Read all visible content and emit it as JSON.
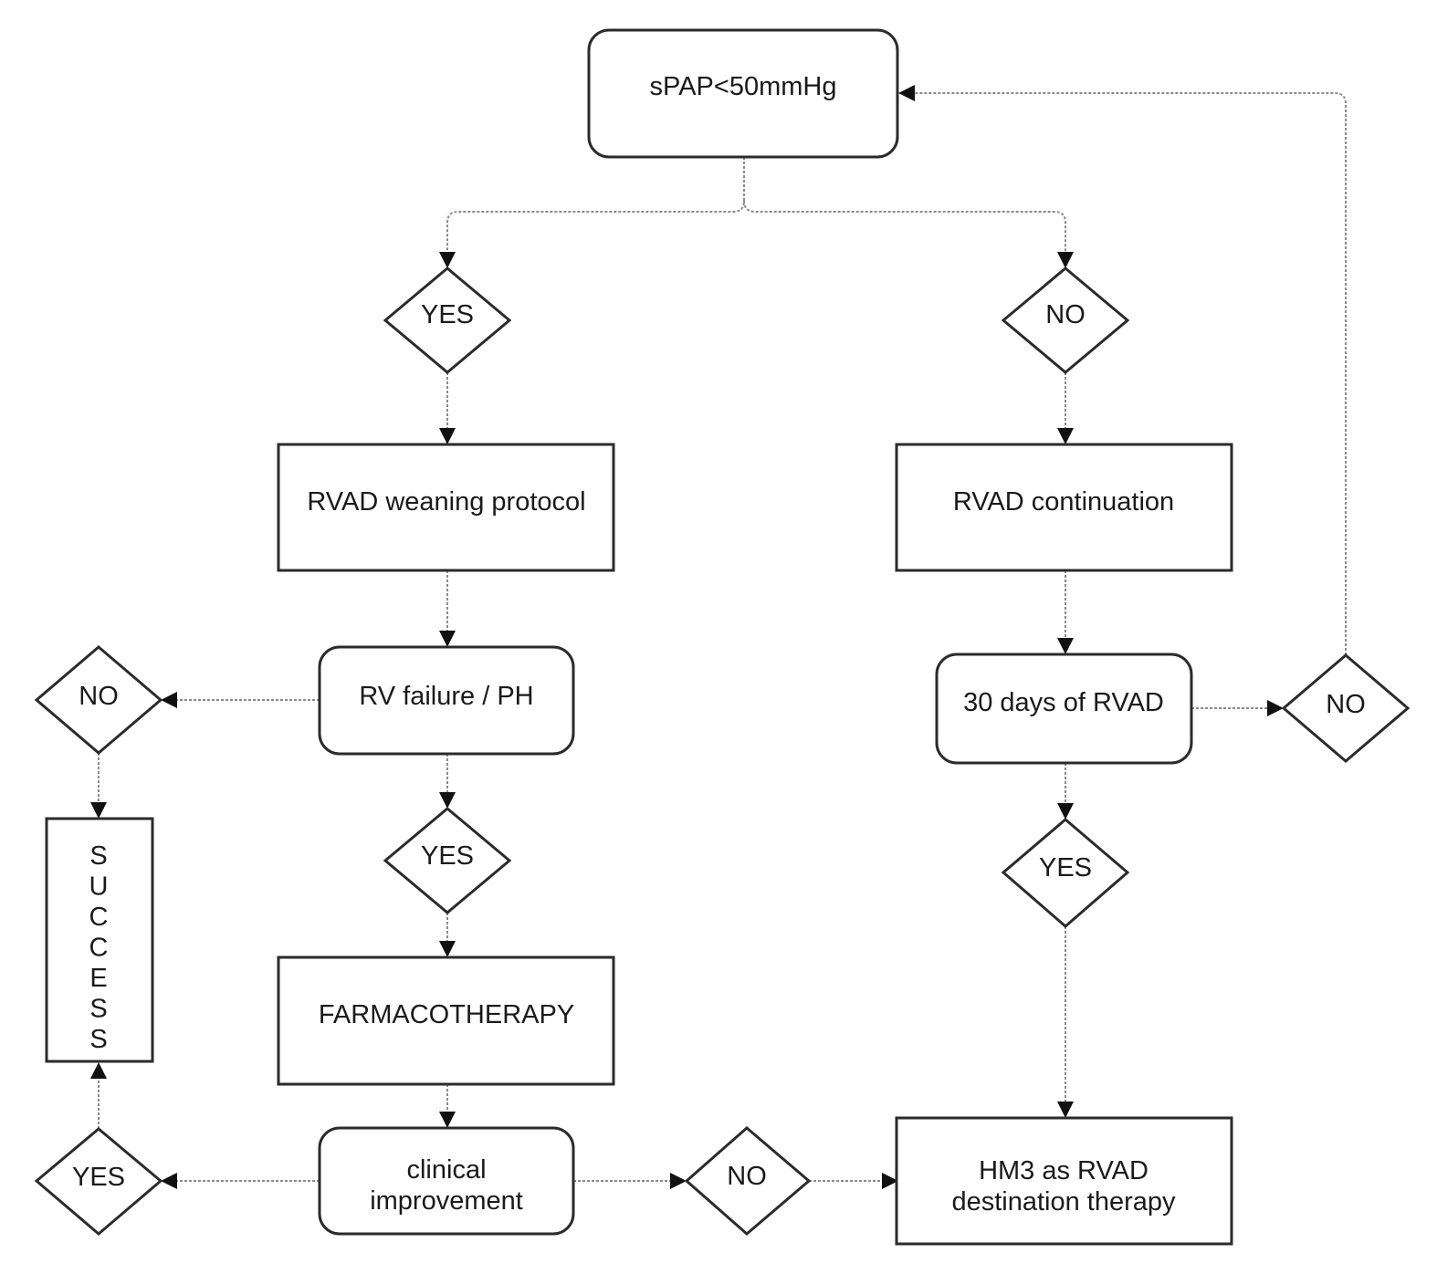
{
  "nodes": {
    "spap": {
      "label": [
        "sPAP<50mmHg"
      ]
    },
    "yes_top": {
      "label": [
        "YES"
      ]
    },
    "no_top": {
      "label": [
        "NO"
      ]
    },
    "weaning": {
      "label": [
        "RVAD weaning protocol"
      ]
    },
    "continuation": {
      "label": [
        "RVAD continuation"
      ]
    },
    "rv_failure": {
      "label": [
        "RV failure / PH"
      ]
    },
    "days30": {
      "label": [
        "30 days of RVAD"
      ]
    },
    "no_left": {
      "label": [
        "NO"
      ]
    },
    "no_right": {
      "label": [
        "NO"
      ]
    },
    "success": {
      "label": [
        "S",
        "U",
        "C",
        "C",
        "E",
        "S",
        "S"
      ]
    },
    "yes_mid": {
      "label": [
        "YES"
      ]
    },
    "yes_right": {
      "label": [
        "YES"
      ]
    },
    "farma": {
      "label": [
        "FARMACOTHERAPY"
      ]
    },
    "clinical": {
      "label": [
        "clinical",
        "improvement"
      ]
    },
    "yes_bottom": {
      "label": [
        "YES"
      ]
    },
    "no_bottom": {
      "label": [
        "NO"
      ]
    },
    "hm3": {
      "label": [
        "HM3 as RVAD",
        "destination therapy"
      ]
    }
  },
  "edges": [
    {
      "from": "spap",
      "to": "yes_top"
    },
    {
      "from": "spap",
      "to": "no_top"
    },
    {
      "from": "yes_top",
      "to": "weaning"
    },
    {
      "from": "no_top",
      "to": "continuation"
    },
    {
      "from": "weaning",
      "to": "rv_failure"
    },
    {
      "from": "continuation",
      "to": "days30"
    },
    {
      "from": "rv_failure",
      "to": "no_left"
    },
    {
      "from": "no_left",
      "to": "success"
    },
    {
      "from": "rv_failure",
      "to": "yes_mid"
    },
    {
      "from": "yes_mid",
      "to": "farma"
    },
    {
      "from": "farma",
      "to": "clinical"
    },
    {
      "from": "clinical",
      "to": "yes_bottom"
    },
    {
      "from": "yes_bottom",
      "to": "success"
    },
    {
      "from": "clinical",
      "to": "no_bottom"
    },
    {
      "from": "no_bottom",
      "to": "hm3"
    },
    {
      "from": "days30",
      "to": "no_right"
    },
    {
      "from": "no_right",
      "to": "spap"
    },
    {
      "from": "days30",
      "to": "yes_right"
    },
    {
      "from": "yes_right",
      "to": "hm3"
    }
  ]
}
